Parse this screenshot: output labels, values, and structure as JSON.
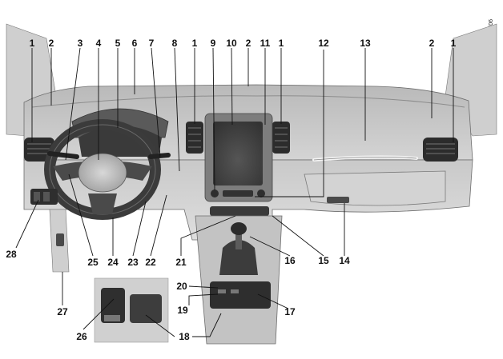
{
  "figure_code": "40706",
  "callouts": [
    {
      "id": "1a",
      "text": "1"
    },
    {
      "id": "2a",
      "text": "2"
    },
    {
      "id": "3",
      "text": "3"
    },
    {
      "id": "4",
      "text": "4"
    },
    {
      "id": "5",
      "text": "5"
    },
    {
      "id": "6",
      "text": "6"
    },
    {
      "id": "7",
      "text": "7"
    },
    {
      "id": "8",
      "text": "8"
    },
    {
      "id": "1b",
      "text": "1"
    },
    {
      "id": "9",
      "text": "9"
    },
    {
      "id": "10",
      "text": "10"
    },
    {
      "id": "2b",
      "text": "2"
    },
    {
      "id": "11",
      "text": "11"
    },
    {
      "id": "1c",
      "text": "1"
    },
    {
      "id": "12",
      "text": "12"
    },
    {
      "id": "13",
      "text": "13"
    },
    {
      "id": "2c",
      "text": "2"
    },
    {
      "id": "1d",
      "text": "1"
    },
    {
      "id": "28",
      "text": "28"
    },
    {
      "id": "25",
      "text": "25"
    },
    {
      "id": "24",
      "text": "24"
    },
    {
      "id": "23",
      "text": "23"
    },
    {
      "id": "22",
      "text": "22"
    },
    {
      "id": "21",
      "text": "21"
    },
    {
      "id": "16",
      "text": "16"
    },
    {
      "id": "15",
      "text": "15"
    },
    {
      "id": "14",
      "text": "14"
    },
    {
      "id": "27",
      "text": "27"
    },
    {
      "id": "20",
      "text": "20"
    },
    {
      "id": "19",
      "text": "19"
    },
    {
      "id": "17",
      "text": "17"
    },
    {
      "id": "26",
      "text": "26"
    },
    {
      "id": "18",
      "text": "18"
    }
  ]
}
